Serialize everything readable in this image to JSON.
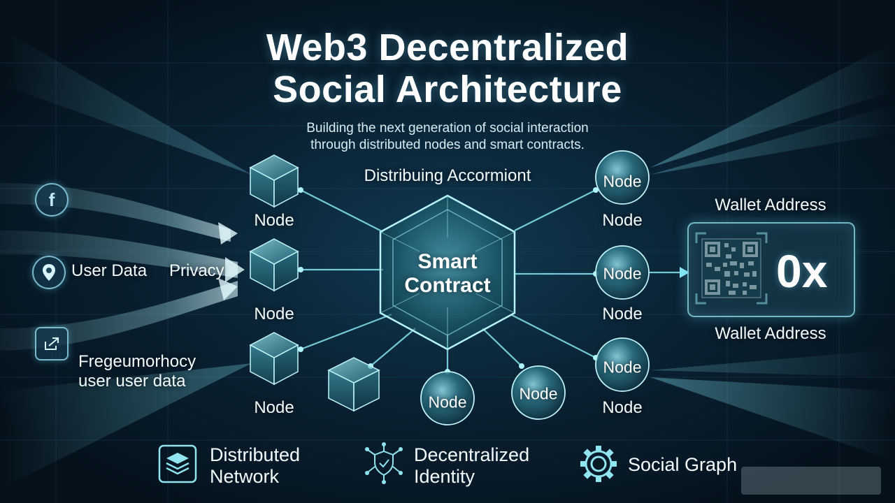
{
  "header": {
    "title_line1": "Web3 Decentralized",
    "title_line2": "Social Architecture",
    "subtitle_line1": "Building the next generation of social interaction",
    "subtitle_line2": "through distributed nodes and smart contracts."
  },
  "center": {
    "label": "Distribuing Accormiont",
    "hub_line1": "Smart",
    "hub_line2": "Contract"
  },
  "nodes": {
    "node_label": "Node"
  },
  "left_panel": {
    "user_data": "User Data",
    "privacy": "Privacy",
    "note_line1": "Fregeumorhocy",
    "note_line2": "user user data",
    "icons": [
      "facebook-icon",
      "location-pin-icon",
      "share-icon"
    ]
  },
  "wallet": {
    "label_top": "Wallet Address",
    "label_bottom": "Wallet Address",
    "prefix": "0x"
  },
  "features": {
    "distributed_line1": "Distributed",
    "distributed_line2": "Network",
    "identity_line1": "Decentralized",
    "identity_line2": "Identity",
    "social": "Social Graph"
  },
  "colors": {
    "background": "#061420",
    "accent": "#7fe3f0",
    "text": "#ffffff"
  }
}
